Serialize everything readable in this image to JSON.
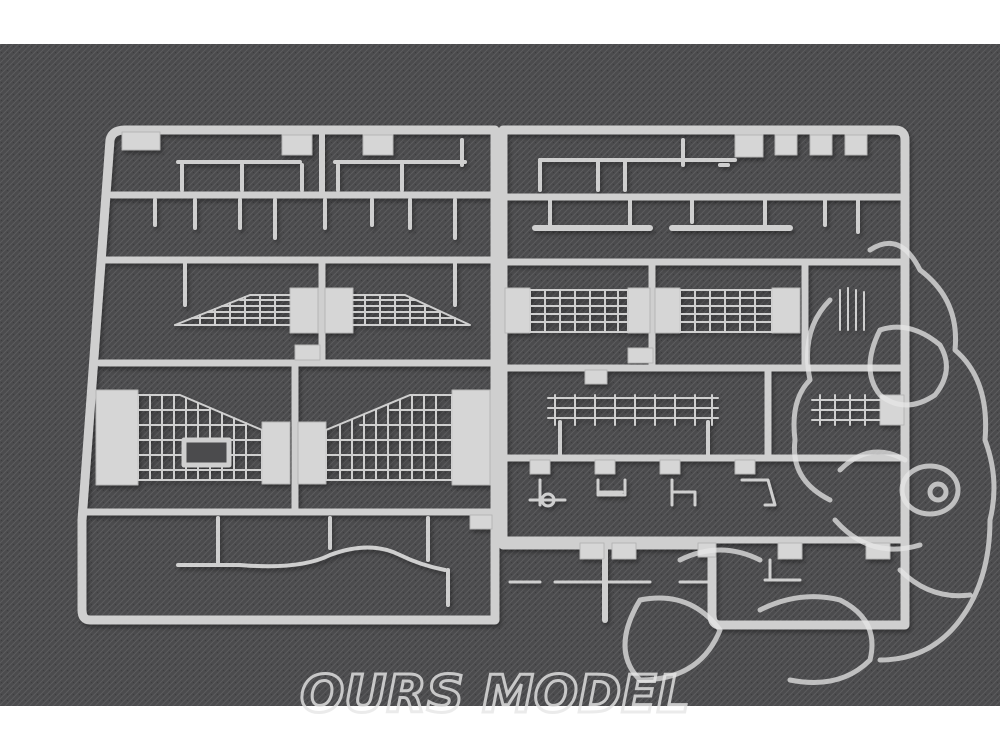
{
  "photo": {
    "subject": "sprue",
    "colors": {
      "background_mat": "#4b4b4d",
      "mat_fiber": "#6a6a6c",
      "plastic": "#cfcfcf",
      "plastic_shadow": "#a8a8a8",
      "plastic_highlight": "#e6e6e6",
      "top_border": "#ffffff",
      "watermark_stroke": "#e6e6e6"
    }
  },
  "watermark": {
    "text": "OURS MODEL",
    "logo_icon": "cartoon-mascot-logo"
  }
}
